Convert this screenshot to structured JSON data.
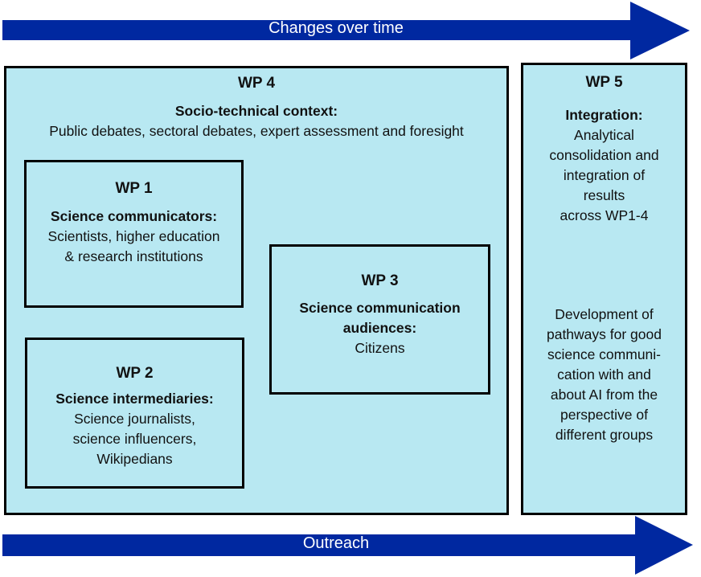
{
  "colors": {
    "arrow": "#0028a0",
    "box": "#b8e8f2",
    "border": "#000000"
  },
  "top_arrow": {
    "label": "Changes over time"
  },
  "bottom_arrow": {
    "label": "Outreach"
  },
  "wp4": {
    "title": "WP 4",
    "heading": "Socio-technical context:",
    "lines": [
      "Public debates, sectoral debates, expert assessment and foresight"
    ]
  },
  "wp1": {
    "title": "WP 1",
    "heading": "Science communicators:",
    "lines": [
      "Scientists, higher education",
      "& research institutions"
    ]
  },
  "wp2": {
    "title": "WP 2",
    "heading": "Science intermediaries:",
    "lines": [
      "Science journalists,",
      "science influencers,",
      "Wikipedians"
    ]
  },
  "wp3": {
    "title": "WP 3",
    "heading_lines": [
      "Science communication",
      "audiences:"
    ],
    "lines": [
      "Citizens"
    ]
  },
  "wp5": {
    "title": "WP 5",
    "heading": "Integration:",
    "lines": [
      "Analytical",
      "consolidation and",
      "integration of",
      "results",
      "across WP1-4"
    ],
    "lines2": [
      "Development of",
      "pathways for good",
      "science communi-",
      "cation with and",
      "about AI from the",
      "perspective of",
      "different groups"
    ]
  }
}
